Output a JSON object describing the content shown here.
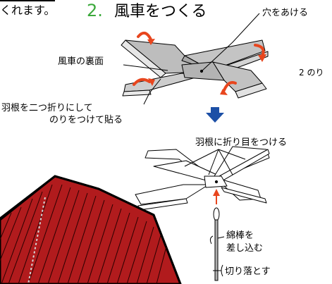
{
  "colors": {
    "title_green": "#3ba93b",
    "arrow_red": "#e8461e",
    "arrow_blue": "#1c4fa6",
    "wing_gray": "#c7c7c7",
    "roof_red": "#b11b1d"
  },
  "header": {
    "cut_text": "くれます。",
    "step_number": "2.",
    "step_title": "風車をつくる"
  },
  "labels": {
    "make_hole": "穴をあける",
    "back_side": "風車の裏面",
    "glue_side_note": "2 のり",
    "fold_glue_line1": "羽根を二つ折りにして",
    "fold_glue_line2": "のりをつけて貼る",
    "crease": "羽根に折り目をつける",
    "cotton_line1": "綿棒を",
    "cotton_line2": "差し込む",
    "cut_off": "切り落とす"
  },
  "icons": {
    "rotate": "curved-arrow-icon",
    "down": "down-arrow-icon",
    "up": "up-arrow-icon"
  }
}
